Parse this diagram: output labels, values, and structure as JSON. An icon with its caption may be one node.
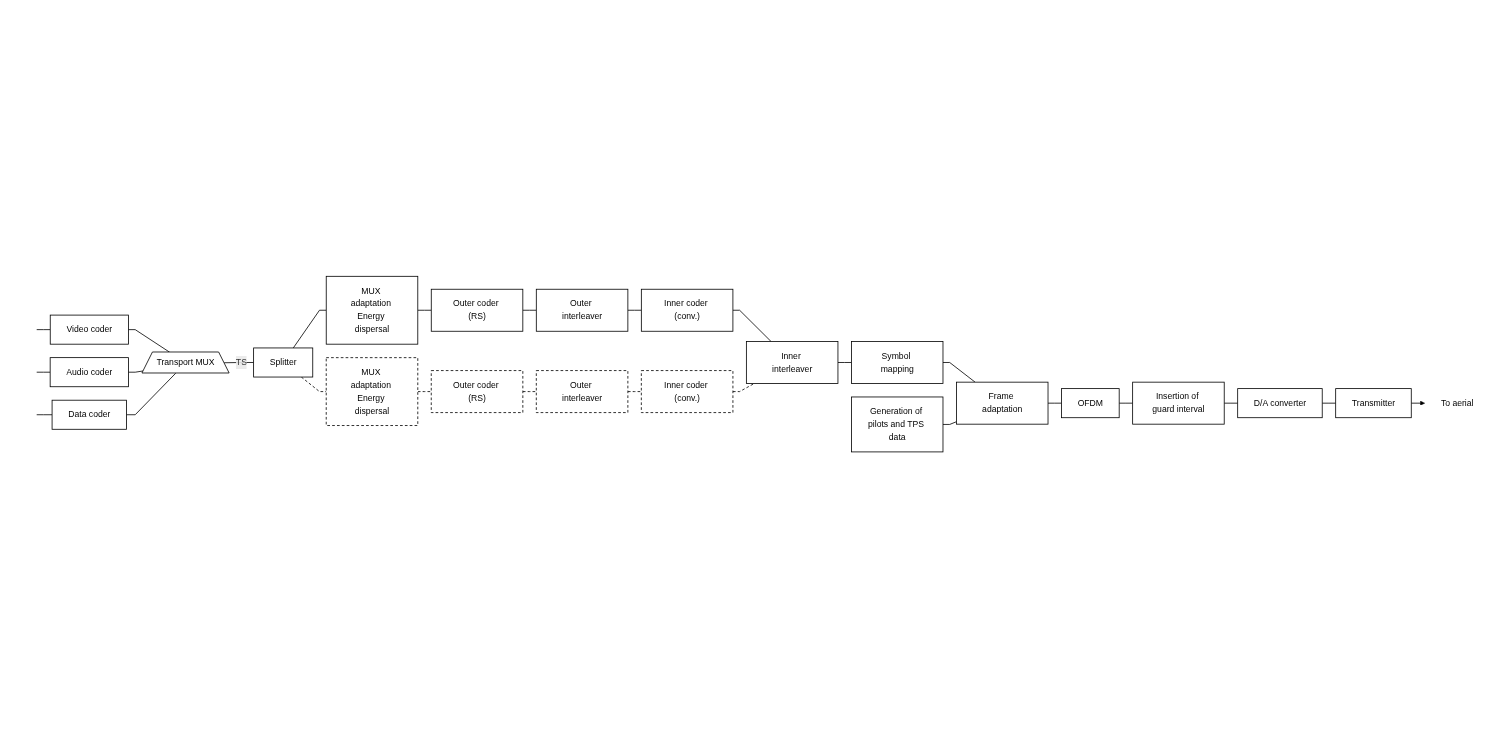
{
  "diagram": {
    "nodes": [
      {
        "text": [
          "Video coder"
        ]
      },
      {
        "text": [
          "Audio coder"
        ]
      },
      {
        "text": [
          "Data coder"
        ]
      },
      {
        "text": [
          "Transport MUX"
        ]
      },
      {
        "text": [
          "Splitter"
        ]
      },
      {
        "text": [
          "MUX adaptation Energy dispersal"
        ]
      },
      {
        "text": [
          "Outer coder (RS)"
        ]
      },
      {
        "text": [
          "Outer interleaver"
        ]
      },
      {
        "text": [
          "Inner coder (conv.)"
        ]
      },
      {
        "text": [
          "MUX adaptation Energy dispersal"
        ]
      },
      {
        "text": [
          "Outer coder (RS)"
        ]
      },
      {
        "text": [
          "Outer interleaver"
        ]
      },
      {
        "text": [
          "Inner coder (conv.)"
        ]
      },
      {
        "text": [
          "Inner interleaver"
        ]
      },
      {
        "text": [
          "Symbol mapping"
        ]
      },
      {
        "text": [
          "Frame adaptation"
        ]
      },
      {
        "text": [
          "Generation of pilots and TPS data"
        ]
      },
      {
        "text": [
          "OFDM"
        ]
      },
      {
        "text": [
          "Insertion of guard interval"
        ]
      },
      {
        "text": [
          "D/A converter"
        ]
      },
      {
        "text": [
          "Transmitter"
        ]
      },
      {
        "text": [
          "To aerial"
        ]
      }
    ],
    "edges": [
      {
        "from": null,
        "to": 0,
        "arrow": "none"
      },
      {
        "from": null,
        "to": 1,
        "arrow": "none"
      },
      {
        "from": null,
        "to": 2,
        "arrow": "none"
      },
      {
        "from": 0,
        "to": 3,
        "arrow": "none"
      },
      {
        "from": 1,
        "to": 3,
        "arrow": "none"
      },
      {
        "from": 2,
        "to": 3,
        "arrow": "none"
      },
      {
        "from": 3,
        "to": 4,
        "arrow": "none",
        "label": "TS"
      },
      {
        "from": 4,
        "to": 5,
        "arrow": "none"
      },
      {
        "from": 5,
        "to": 6,
        "arrow": "none"
      },
      {
        "from": 6,
        "to": 7,
        "arrow": "none"
      },
      {
        "from": 7,
        "to": 8,
        "arrow": "none"
      },
      {
        "from": 8,
        "to": 13,
        "arrow": "none"
      },
      {
        "from": 4,
        "to": 9,
        "arrow": "none",
        "style": "dashed"
      },
      {
        "from": 9,
        "to": 10,
        "arrow": "none",
        "style": "dashed"
      },
      {
        "from": 10,
        "to": 11,
        "arrow": "none",
        "style": "dashed"
      },
      {
        "from": 11,
        "to": 12,
        "arrow": "none",
        "style": "dashed"
      },
      {
        "from": 12,
        "to": 13,
        "arrow": "none",
        "style": "dashed"
      },
      {
        "from": 13,
        "to": 14,
        "arrow": "none"
      },
      {
        "from": 14,
        "to": 15,
        "arrow": "none"
      },
      {
        "from": 16,
        "to": 15,
        "arrow": "none"
      },
      {
        "from": 15,
        "to": 17,
        "arrow": "none"
      },
      {
        "from": 17,
        "to": 18,
        "arrow": "none"
      },
      {
        "from": 18,
        "to": 19,
        "arrow": "none"
      },
      {
        "from": 19,
        "to": 20,
        "arrow": "none"
      },
      {
        "from": 20,
        "to": 21,
        "arrow": "to"
      }
    ]
  }
}
